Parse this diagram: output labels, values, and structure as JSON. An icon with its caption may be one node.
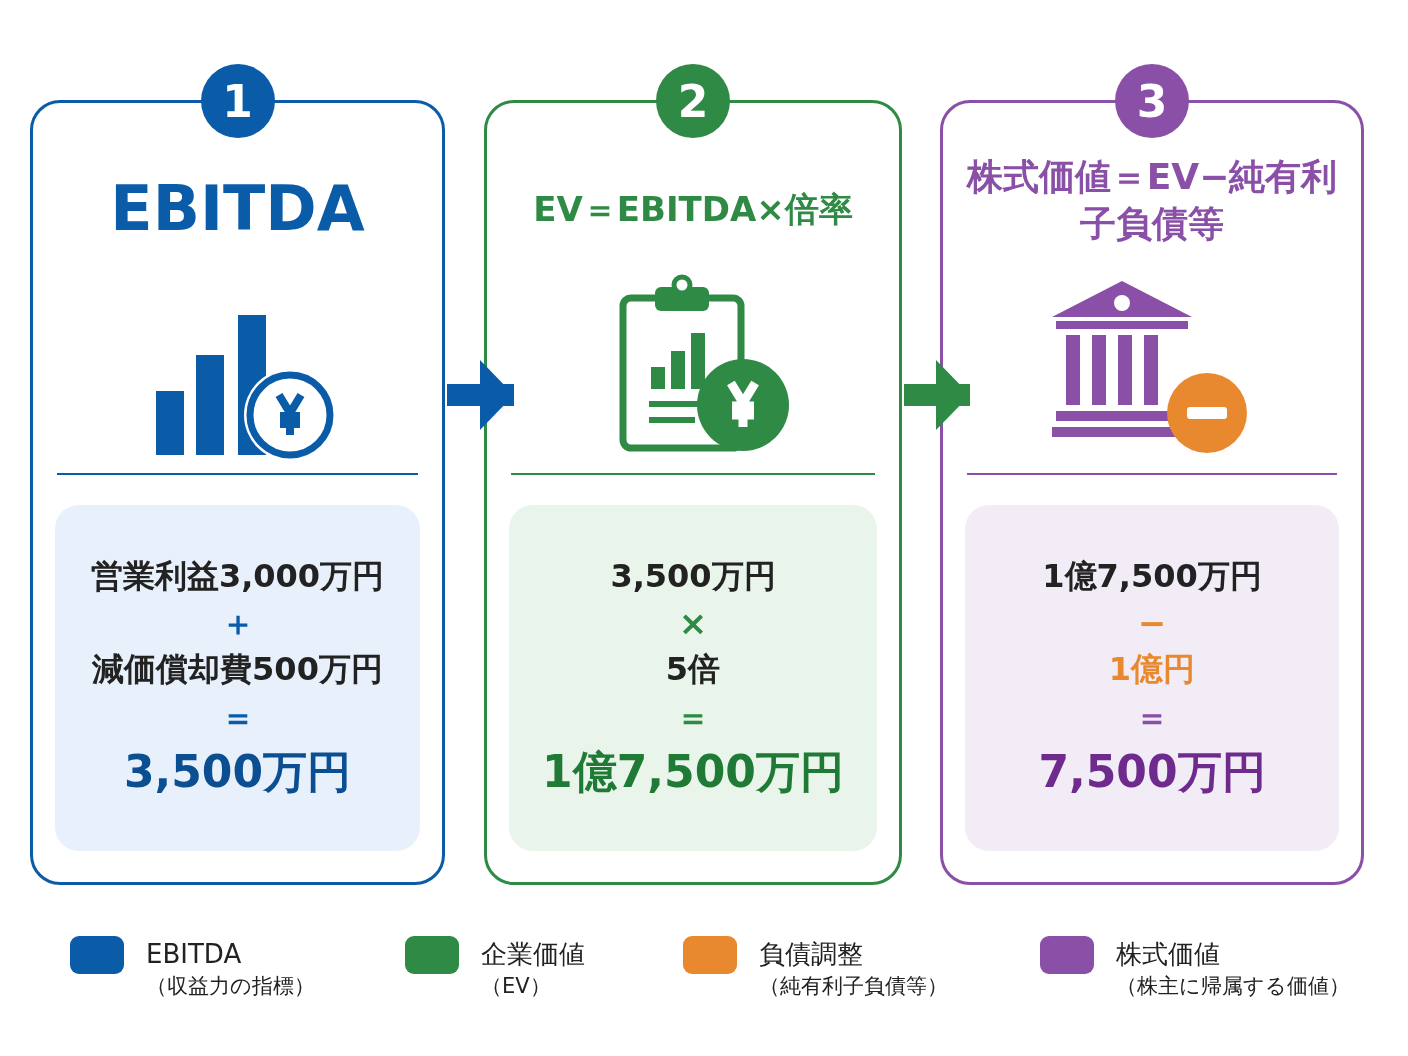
{
  "diagram": {
    "nodes": [
      {
        "text": [
          "1",
          "EBITDA"
        ]
      },
      {
        "text": [
          "営業利益3,000万円",
          "＋",
          "減価償却費500万円",
          "＝",
          "3,500万円"
        ],
        "in": 0
      },
      {
        "text": [
          "2",
          "EV＝EBITDA×倍率"
        ]
      },
      {
        "text": [
          "3,500万円",
          "×",
          "5倍",
          "＝",
          "1億7,500万円"
        ],
        "in": 2
      },
      {
        "text": [
          "3",
          "株式価値＝EV−純有利子負債等"
        ]
      },
      {
        "text": [
          "1億7,500万円",
          "−",
          "1億円",
          "＝",
          "7,500万円"
        ],
        "in": 4
      }
    ],
    "edges": [
      {
        "from": 0,
        "to": 2,
        "arrow": "to",
        "color": "#0b5ca8"
      },
      {
        "from": 2,
        "to": 4,
        "arrow": "to",
        "color": "#2f8a45"
      }
    ],
    "legend": [
      {
        "text": "EBITDA（収益力の指標）",
        "color": "#0b5ca8"
      },
      {
        "text": "企業価値（EV）",
        "color": "#2f8a45"
      },
      {
        "text": "負債調整（純有利子負債等）",
        "color": "#e8892f"
      },
      {
        "text": "株式価値（株主に帰属する価値）",
        "color": "#8a4fa6"
      }
    ]
  }
}
